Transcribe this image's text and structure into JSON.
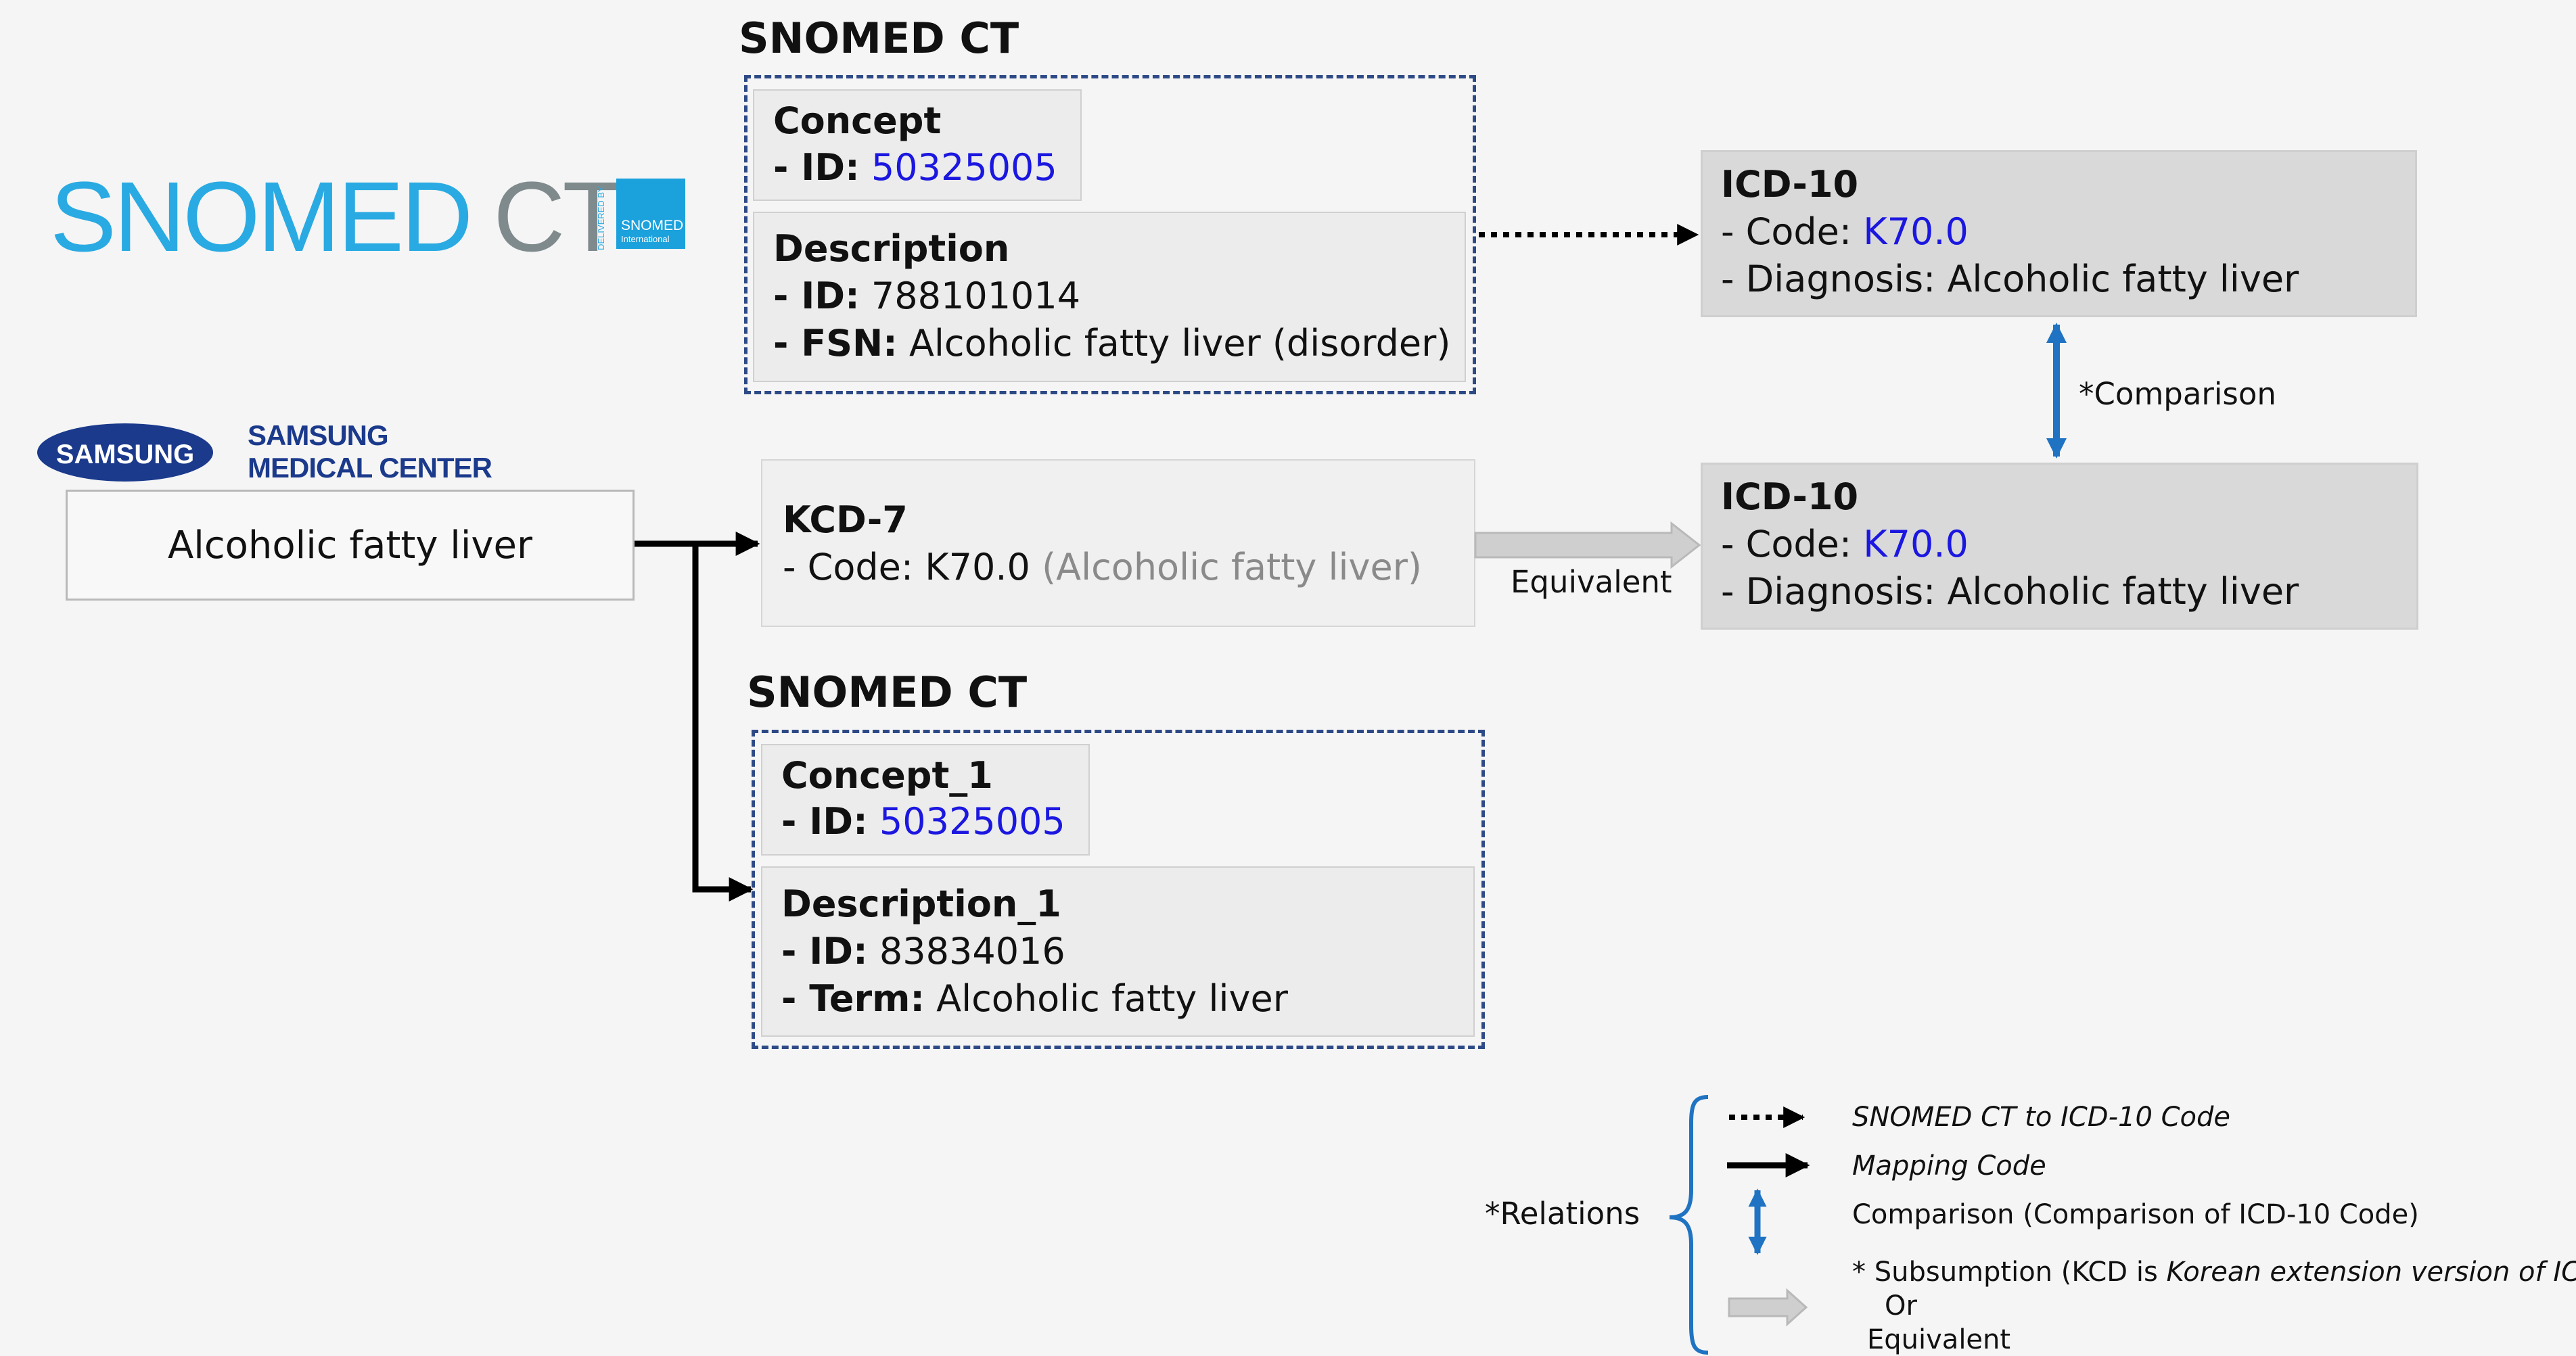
{
  "logos": {
    "snomed_logo": {
      "part1": "SNOMED",
      "part2": "CT",
      "delivered_by": "DELIVERED BY",
      "badge_line1": "SNOMED",
      "badge_line2": "International"
    },
    "samsung": {
      "oval": "SAMSUNG",
      "line1": "SAMSUNG",
      "line2": "MEDICAL CENTER"
    }
  },
  "source_term": "Alcoholic fatty liver",
  "snomed_top": {
    "heading": "SNOMED CT",
    "concept": {
      "title": "Concept",
      "id_label": "- ID:",
      "id_value": "50325005"
    },
    "description": {
      "title": "Description",
      "id_label": "- ID:",
      "id_value": "788101014",
      "fsn_label": "- FSN:",
      "fsn_value": "Alcoholic fatty liver (disorder)"
    }
  },
  "icd_top": {
    "title": "ICD-10",
    "code_label": "- Code:",
    "code_value": "K70.0",
    "diagnosis": "- Diagnosis: Alcoholic fatty liver"
  },
  "comparison_label": "*Comparison",
  "kcd": {
    "title": "KCD-7",
    "code_text": "- Code: K70.0",
    "code_paren": "(Alcoholic fatty liver)"
  },
  "equivalent_label": "Equivalent",
  "icd_bottom": {
    "title": "ICD-10",
    "code_label": "- Code:",
    "code_value": "K70.0",
    "diagnosis": "- Diagnosis: Alcoholic fatty liver"
  },
  "snomed_bottom": {
    "heading": "SNOMED CT",
    "concept": {
      "title": "Concept_1",
      "id_label": "- ID:",
      "id_value": "50325005"
    },
    "description": {
      "title": "Description_1",
      "id_label": "- ID:",
      "id_value": "83834016",
      "term_label": "- Term:",
      "term_value": "Alcoholic fatty liver"
    }
  },
  "legend": {
    "title": "*Relations",
    "items": [
      {
        "text": "SNOMED CT to ICD-10 Code"
      },
      {
        "text": "Mapping Code"
      },
      {
        "text": "Comparison (Comparison of ICD-10 Code)"
      },
      {
        "prefix": "* Subsumption (KCD is ",
        "emphasis": "Korean extension version of ICD",
        "suffix": ")",
        "line2": "Or",
        "line3": "Equivalent"
      }
    ]
  },
  "colors": {
    "background": "#f5f5f5",
    "dashed_border": "#2e4a86",
    "code_blue": "#1b17e0",
    "comparison_arrow": "#1f73c2",
    "icd_box": "#d9d9d9",
    "snomed_cyan": "#2aaae2",
    "samsung_blue": "#1b3a8c"
  }
}
